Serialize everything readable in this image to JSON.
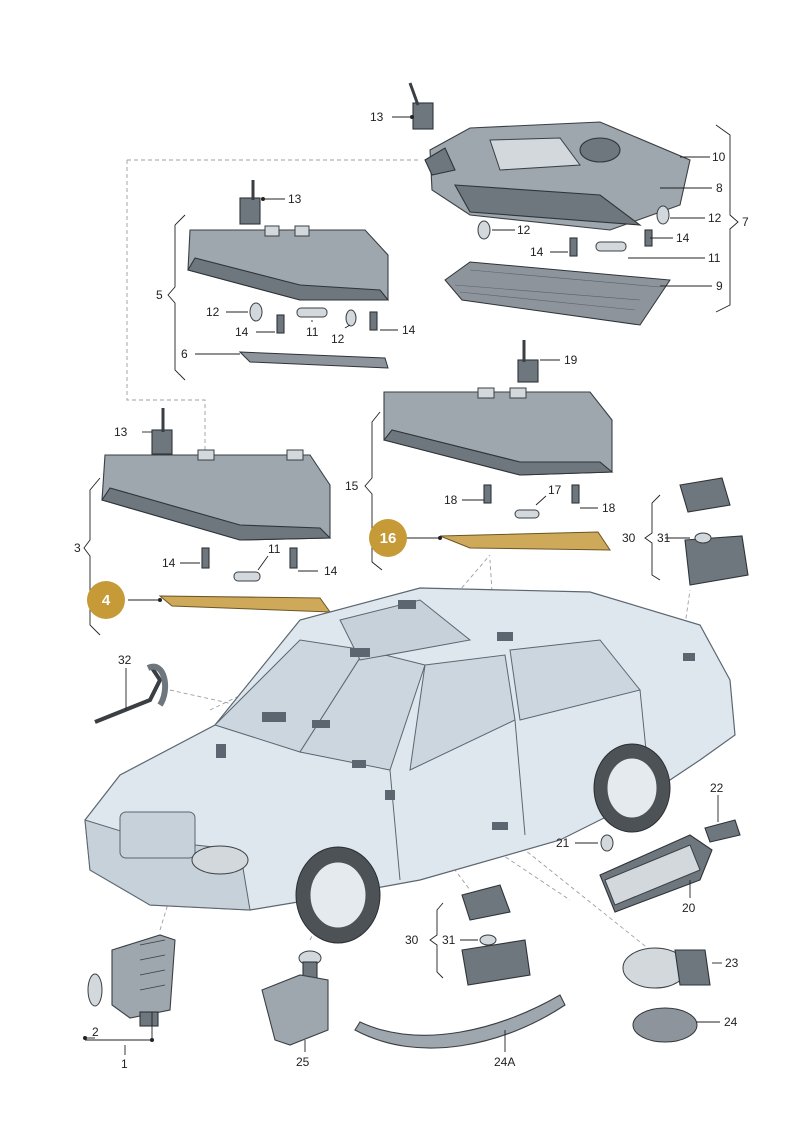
{
  "callouts": {
    "c1": "1",
    "c2": "2",
    "c3": "3",
    "c4": "4",
    "c5": "5",
    "c6": "6",
    "c7": "7",
    "c8": "8",
    "c9": "9",
    "c10": "10",
    "c11": "11",
    "c12": "12",
    "c13": "13",
    "c14": "14",
    "c15": "15",
    "c16": "16",
    "c17": "17",
    "c18": "18",
    "c19": "19",
    "c20": "20",
    "c21": "21",
    "c22": "22",
    "c23": "23",
    "c24": "24",
    "c24a": "24A",
    "c25": "25",
    "c30": "30",
    "c31": "31",
    "c32": "32"
  },
  "highlight_color": "#c59a37",
  "icons": [
    "dome-light-housing",
    "bulb",
    "screw",
    "festoon-bulb",
    "connector",
    "light-lens",
    "trim-strip",
    "car-body"
  ]
}
